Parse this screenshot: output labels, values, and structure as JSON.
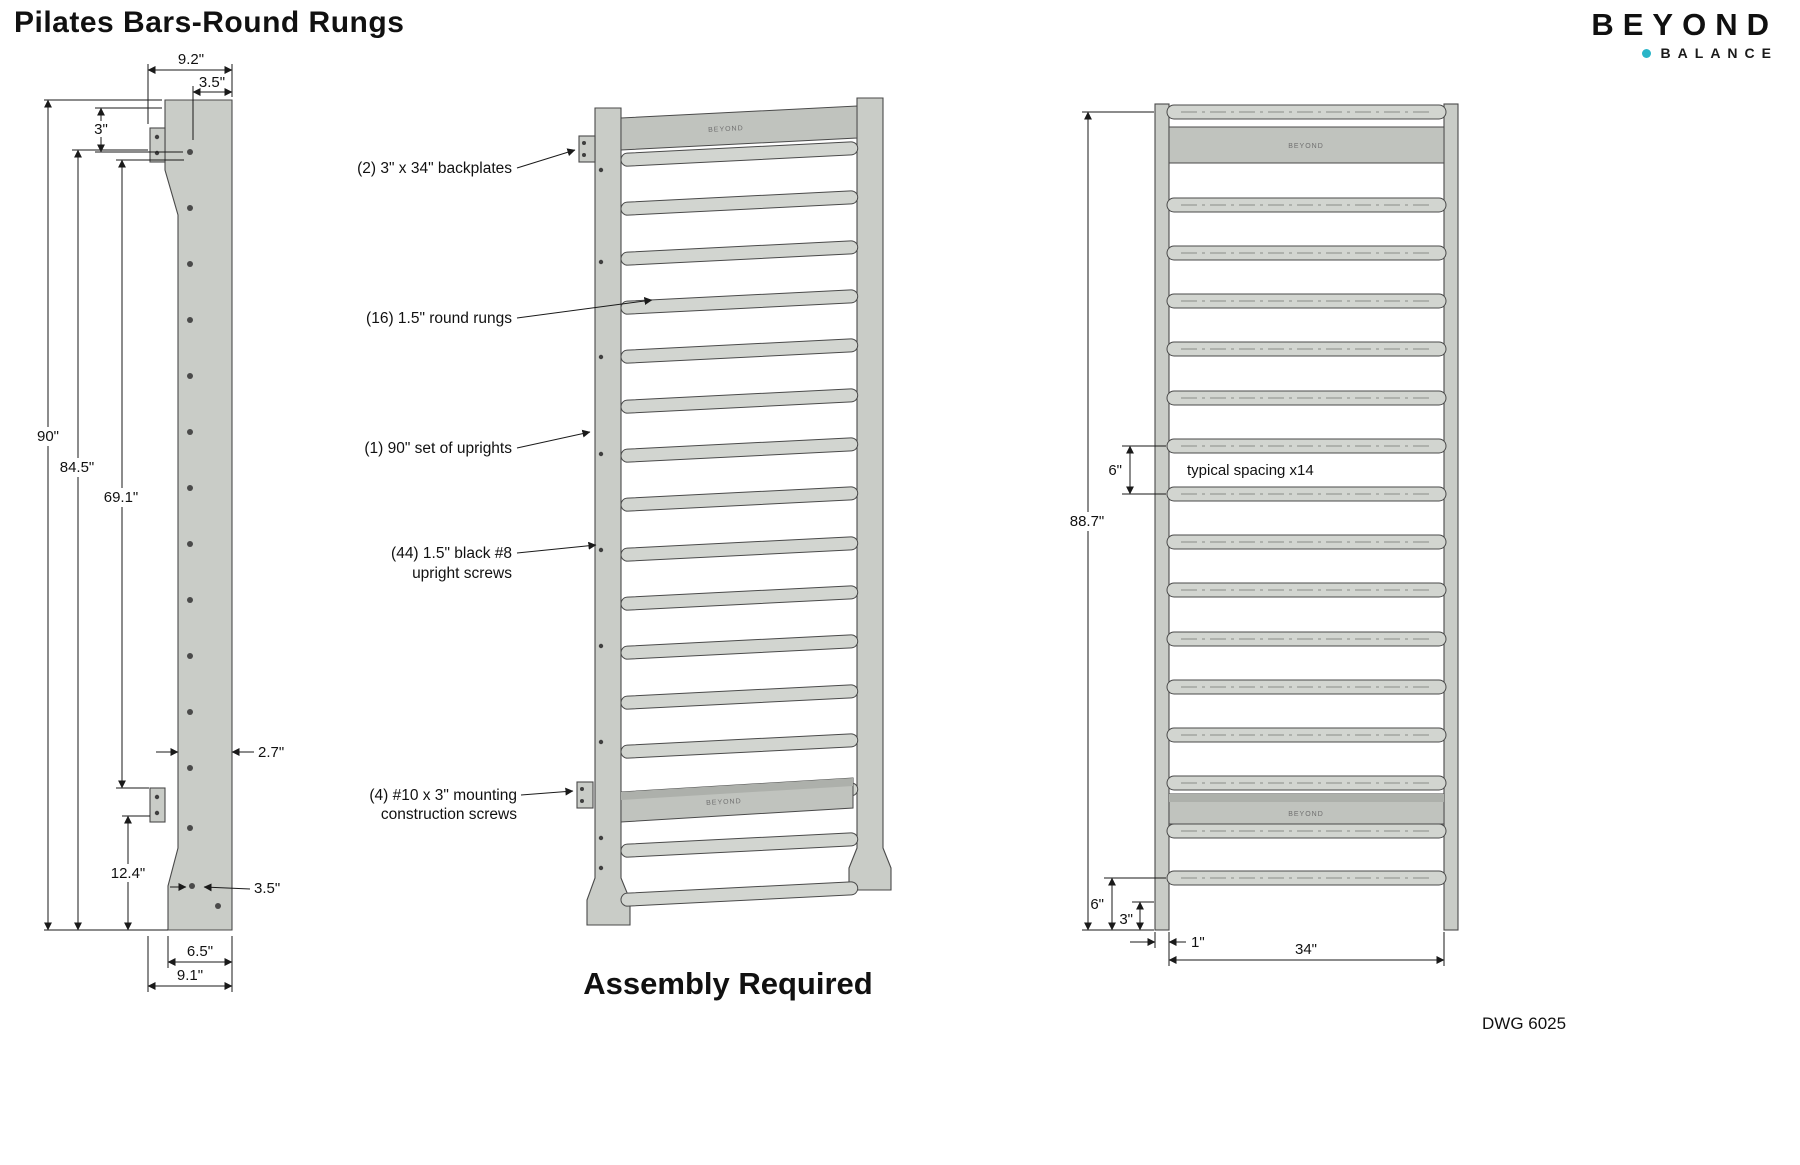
{
  "title": "Pilates Bars-Round Rungs",
  "logo": {
    "line1": "BEYOND",
    "line2": "BALANCE"
  },
  "side_view": {
    "dim_9_2": "9.2\"",
    "dim_3_5_top": "3.5\"",
    "dim_3": "3\"",
    "dim_90": "90\"",
    "dim_84_5": "84.5\"",
    "dim_69_1": "69.1\"",
    "dim_2_7": "2.7\"",
    "dim_12_4": "12.4\"",
    "dim_3_5_bottom": "3.5\"",
    "dim_6_5": "6.5\"",
    "dim_9_1": "9.1\""
  },
  "perspective_view": {
    "callout_backplates": "(2) 3\" x 34\" backplates",
    "callout_rungs": "(16) 1.5\" round rungs",
    "callout_uprights": "(1) 90\" set of uprights",
    "callout_upright_screws_line1": "(44) 1.5\" black #8",
    "callout_upright_screws_line2": "upright screws",
    "callout_mounting_screws_line1": "(4) #10 x 3\" mounting",
    "callout_mounting_screws_line2": "construction screws",
    "backplate_logo": "BEYOND"
  },
  "front_view": {
    "dim_88_7": "88.7\"",
    "dim_6_typical": "6\"",
    "spacing_note": "typical spacing x14",
    "dim_6_bottom": "6\"",
    "dim_3_bottom": "3\"",
    "dim_1": "1\"",
    "dim_34": "34\"",
    "backplate_logo": "BEYOND"
  },
  "footer": {
    "assembly": "Assembly Required",
    "dwg": "DWG 6025"
  }
}
